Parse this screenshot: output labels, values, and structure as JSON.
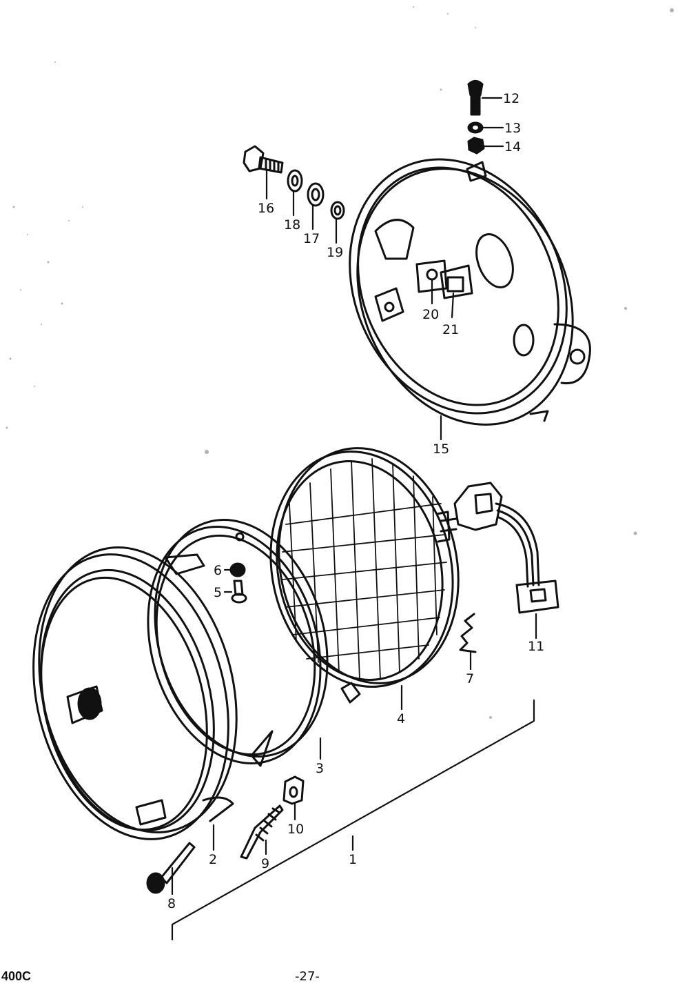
{
  "footer": {
    "model": "400C",
    "page": "-27-"
  },
  "callouts": [
    {
      "id": "c1",
      "label": "1"
    },
    {
      "id": "c2",
      "label": "2"
    },
    {
      "id": "c3",
      "label": "3"
    },
    {
      "id": "c4",
      "label": "4"
    },
    {
      "id": "c5",
      "label": "5"
    },
    {
      "id": "c6",
      "label": "6"
    },
    {
      "id": "c7",
      "label": "7"
    },
    {
      "id": "c8",
      "label": "8"
    },
    {
      "id": "c9",
      "label": "9"
    },
    {
      "id": "c10",
      "label": "10"
    },
    {
      "id": "c11",
      "label": "11"
    },
    {
      "id": "c12",
      "label": "12"
    },
    {
      "id": "c13",
      "label": "13"
    },
    {
      "id": "c14",
      "label": "14"
    },
    {
      "id": "c15",
      "label": "15"
    },
    {
      "id": "c16",
      "label": "16"
    },
    {
      "id": "c17",
      "label": "17"
    },
    {
      "id": "c18",
      "label": "18"
    },
    {
      "id": "c19",
      "label": "19"
    },
    {
      "id": "c20",
      "label": "20"
    },
    {
      "id": "c21",
      "label": "21"
    }
  ]
}
